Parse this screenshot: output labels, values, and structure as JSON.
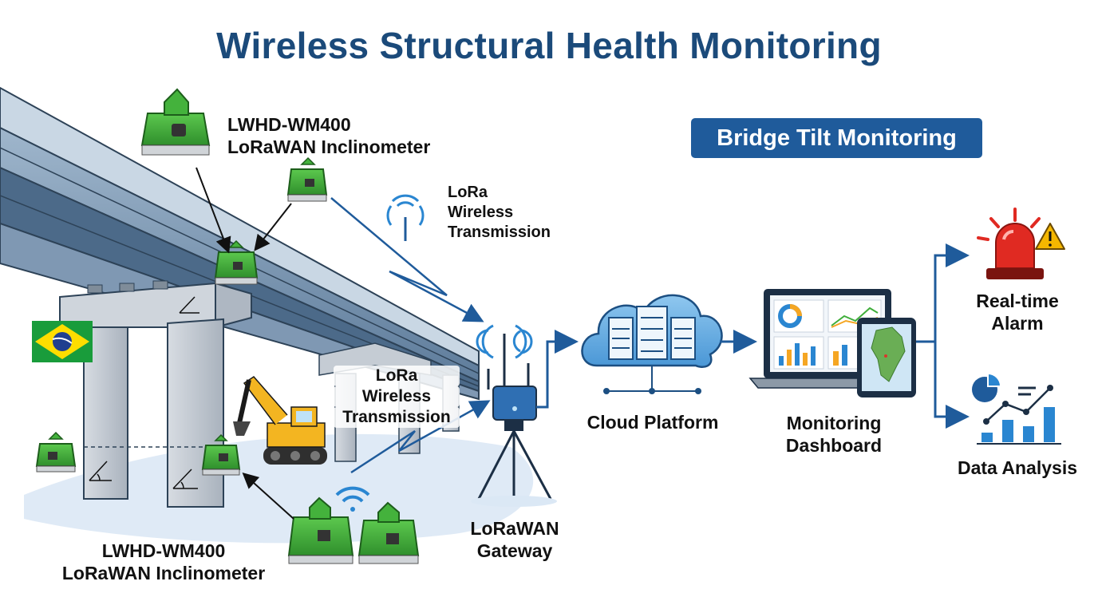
{
  "title": "Wireless Structural Health Monitoring",
  "badge": "Bridge Tilt Monitoring",
  "sensor_label_top": {
    "line1": "LWHD-WM400",
    "line2": "LoRaWAN Inclinometer"
  },
  "sensor_label_bottom": {
    "line1": "LWHD-WM400",
    "line2": "LoRaWAN Inclinometer"
  },
  "lora_label_top": {
    "line1": "LoRa",
    "line2": "Wireless",
    "line3": "Transmission"
  },
  "lora_label_mid": {
    "line1": "LoRa",
    "line2": "Wireless",
    "line3": "Transmission"
  },
  "gateway": {
    "line1": "LoRaWAN",
    "line2": "Gateway"
  },
  "cloud": {
    "label": "Cloud Platform"
  },
  "dashboard": {
    "line1": "Monitoring",
    "line2": "Dashboard"
  },
  "alarm": {
    "line1": "Real-time",
    "line2": "Alarm"
  },
  "analysis": {
    "label": "Data Analysis"
  },
  "icons": [
    "brazil-flag-icon",
    "excavator-icon",
    "wifi-signal-icon",
    "lightning-signal-icon",
    "gateway-router-icon",
    "cloud-server-icon",
    "laptop-icon",
    "tablet-map-icon",
    "alarm-beacon-icon",
    "warning-icon",
    "bar-chart-icon",
    "pie-chart-icon"
  ],
  "colors": {
    "title": "#1b4a7a",
    "badge_bg": "#1f5b9b",
    "flow_arrow": "#1f5b9b",
    "sensor_green": "#3fae3a",
    "signal_blue": "#2a86d1",
    "bridge_steel": "#8aa3bd",
    "pillar_gray": "#c5ccd4",
    "alarm_red": "#e02a22",
    "warning_yellow": "#f5b700"
  }
}
